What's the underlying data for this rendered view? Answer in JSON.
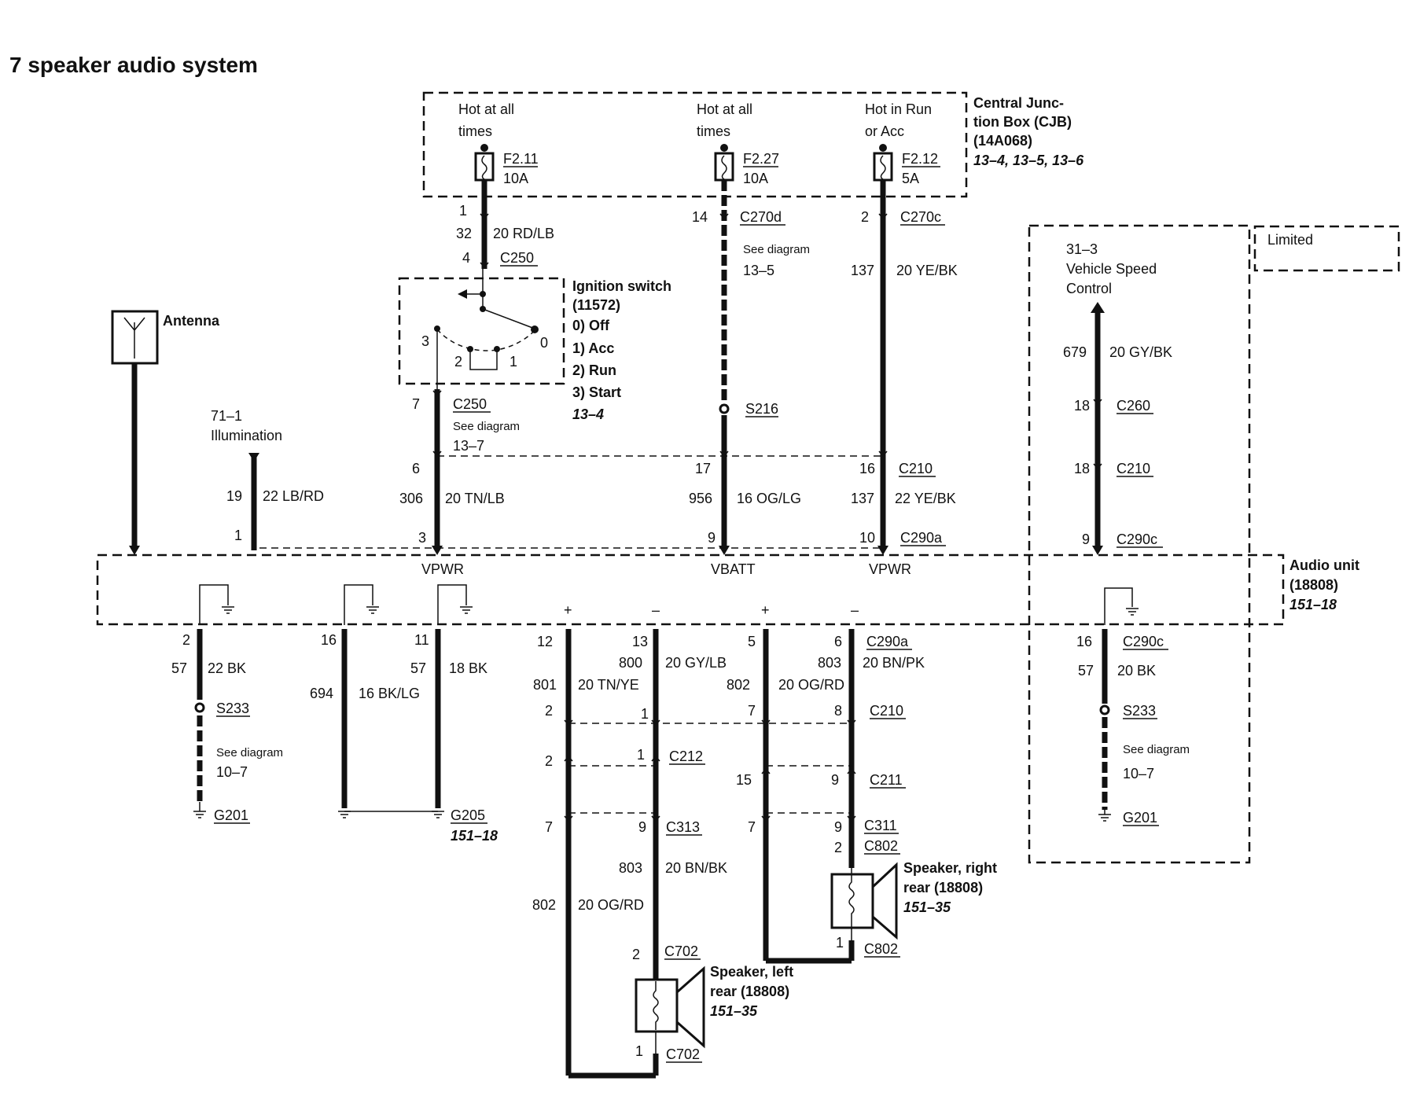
{
  "title": "7 speaker audio system",
  "cjb": {
    "hot1": [
      "Hot at all",
      "times"
    ],
    "hot2": [
      "Hot at all",
      "times"
    ],
    "hot3": [
      "Hot in Run",
      "or Acc"
    ],
    "f1": [
      "F2.11",
      "10A"
    ],
    "f2": [
      "F2.27",
      "10A"
    ],
    "f3": [
      "F2.12",
      "5A"
    ],
    "label": [
      "Central Junc-",
      "tion Box (CJB)",
      "(14A068)"
    ],
    "ref": "13–4, 13–5, 13–6"
  },
  "limited": "Limited",
  "antenna": "Antenna",
  "illumination": [
    "71–1",
    "Illumination"
  ],
  "ignition": {
    "label": [
      "Ignition switch",
      "(11572)"
    ],
    "positions": [
      "0)   Off",
      "1)   Acc",
      "2)   Run",
      "3)   Start"
    ],
    "ref": "13–4",
    "pin0": "0",
    "pin1": "1",
    "pin2": "2",
    "pin3": "3"
  },
  "vsc": [
    "31–3",
    "Vehicle Speed",
    "Control"
  ],
  "audio_unit": {
    "label": [
      "Audio unit",
      "(18808)"
    ],
    "ref": "151–18",
    "vpwr1": "VPWR",
    "vbatt": "VBATT",
    "vpwr2": "VPWR"
  },
  "labels": {
    "w1_pin_top": "1",
    "w1_circ": "32",
    "w1_col": "20 RD/LB",
    "w1_pin_c250": "4",
    "c250a": "C250",
    "w1_pin7": "7",
    "c250b": "C250",
    "see1": "See diagram",
    "see1r": "13–7",
    "w1_pin6": "6",
    "w1_circ2": "306",
    "w1_col2": "20 TN/LB",
    "w1_pin3": "3",
    "w2_pin14": "14",
    "c270d": "C270d",
    "see2": "See diagram",
    "see2r": "13–5",
    "s216": "S216",
    "w2_pin17": "17",
    "w2_circ": "956",
    "w2_col": "16 OG/LG",
    "w2_pin9": "9",
    "w3_pin2": "2",
    "c270c": "C270c",
    "w3_circ": "137",
    "w3_col": "20 YE/BK",
    "w3_pin16": "16",
    "c210a": "C210",
    "w3_circ2": "137",
    "w3_col2": "22 YE/BK",
    "w3_pin10": "10",
    "c290a": "C290a",
    "ill_circ": "19",
    "ill_col": "22 LB/RD",
    "ill_pin": "1",
    "v_circ": "679",
    "v_col": "20 GY/BK",
    "v_pin18a": "18",
    "c260": "C260",
    "v_pin18b": "18",
    "c210v": "C210",
    "v_pin9": "9",
    "c290c": "C290c",
    "g1_pin": "2",
    "g1_circ": "57",
    "g1_col": "22 BK",
    "s233a": "S233",
    "see3": "See diagram",
    "see3r": "10–7",
    "g201a": "G201",
    "g2_pin": "16",
    "g2_circ": "694",
    "g2_col": "16 BK/LG",
    "g3_pin": "11",
    "g3_circ": "57",
    "g3_col": "18 BK",
    "g205": "G205",
    "g205r": "151–18",
    "sp_pin12": "12",
    "sp_pin13": "13",
    "sp_pin5": "5",
    "sp_pin6": "6",
    "c290a2": "C290a",
    "c800": "800",
    "col800": "20 GY/LB",
    "c803": "803",
    "col803": "20 BN/PK",
    "c801": "801",
    "col801": "20 TN/YE",
    "c802": "802",
    "col802": "20 OG/RD",
    "p2a": "2",
    "p1a": "1",
    "p7a": "7",
    "p8a": "8",
    "c210b": "C210",
    "p2b": "2",
    "p1b": "1",
    "c212": "C212",
    "p15": "15",
    "p9a": "9",
    "c211": "C211",
    "p7b": "7",
    "p9b": "9",
    "c313": "C313",
    "p7c": "7",
    "p9c": "9",
    "c311": "C311",
    "p2c": "2",
    "c802a": "C802",
    "c803b": "803",
    "col803b": "20 BN/BK",
    "c802b": "802",
    "col802b": "20 OG/RD",
    "p2d": "2",
    "c702a": "C702",
    "p1d": "1",
    "c702b": "C702",
    "p1e": "1",
    "c802c": "C802",
    "plus1": "+",
    "minus1": "–",
    "plus2": "+",
    "minus2": "–",
    "vg_pin": "16",
    "c290c2": "C290c",
    "vg_circ": "57",
    "vg_col": "20 BK",
    "s233b": "S233",
    "see4": "See diagram",
    "see4r": "10–7",
    "g201b": "G201"
  },
  "spk_left": {
    "label": [
      "Speaker, left",
      "rear (18808)"
    ],
    "ref": "151–35"
  },
  "spk_right": {
    "label": [
      "Speaker, right",
      "rear (18808)"
    ],
    "ref": "151–35"
  }
}
